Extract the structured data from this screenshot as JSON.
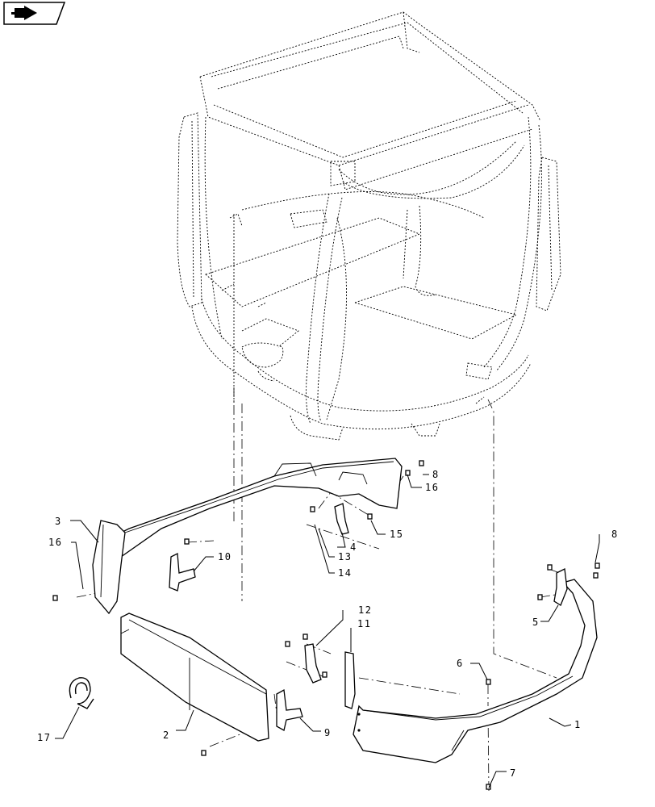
{
  "diagram": {
    "callouts": [
      {
        "id": "c1",
        "text": "1"
      },
      {
        "id": "c2",
        "text": "2"
      },
      {
        "id": "c3",
        "text": "3"
      },
      {
        "id": "c4",
        "text": "4"
      },
      {
        "id": "c5",
        "text": "5"
      },
      {
        "id": "c6",
        "text": "6"
      },
      {
        "id": "c7",
        "text": "7"
      },
      {
        "id": "c8a",
        "text": "8"
      },
      {
        "id": "c8b",
        "text": "8"
      },
      {
        "id": "c9",
        "text": "9"
      },
      {
        "id": "c10",
        "text": "10"
      },
      {
        "id": "c11",
        "text": "11"
      },
      {
        "id": "c12",
        "text": "12"
      },
      {
        "id": "c13",
        "text": "13"
      },
      {
        "id": "c14",
        "text": "14"
      },
      {
        "id": "c15",
        "text": "15"
      },
      {
        "id": "c16a",
        "text": "16"
      },
      {
        "id": "c16b",
        "text": "16"
      },
      {
        "id": "c17",
        "text": "17"
      }
    ]
  },
  "icons": {
    "nav": "forward-arrow-icon"
  }
}
